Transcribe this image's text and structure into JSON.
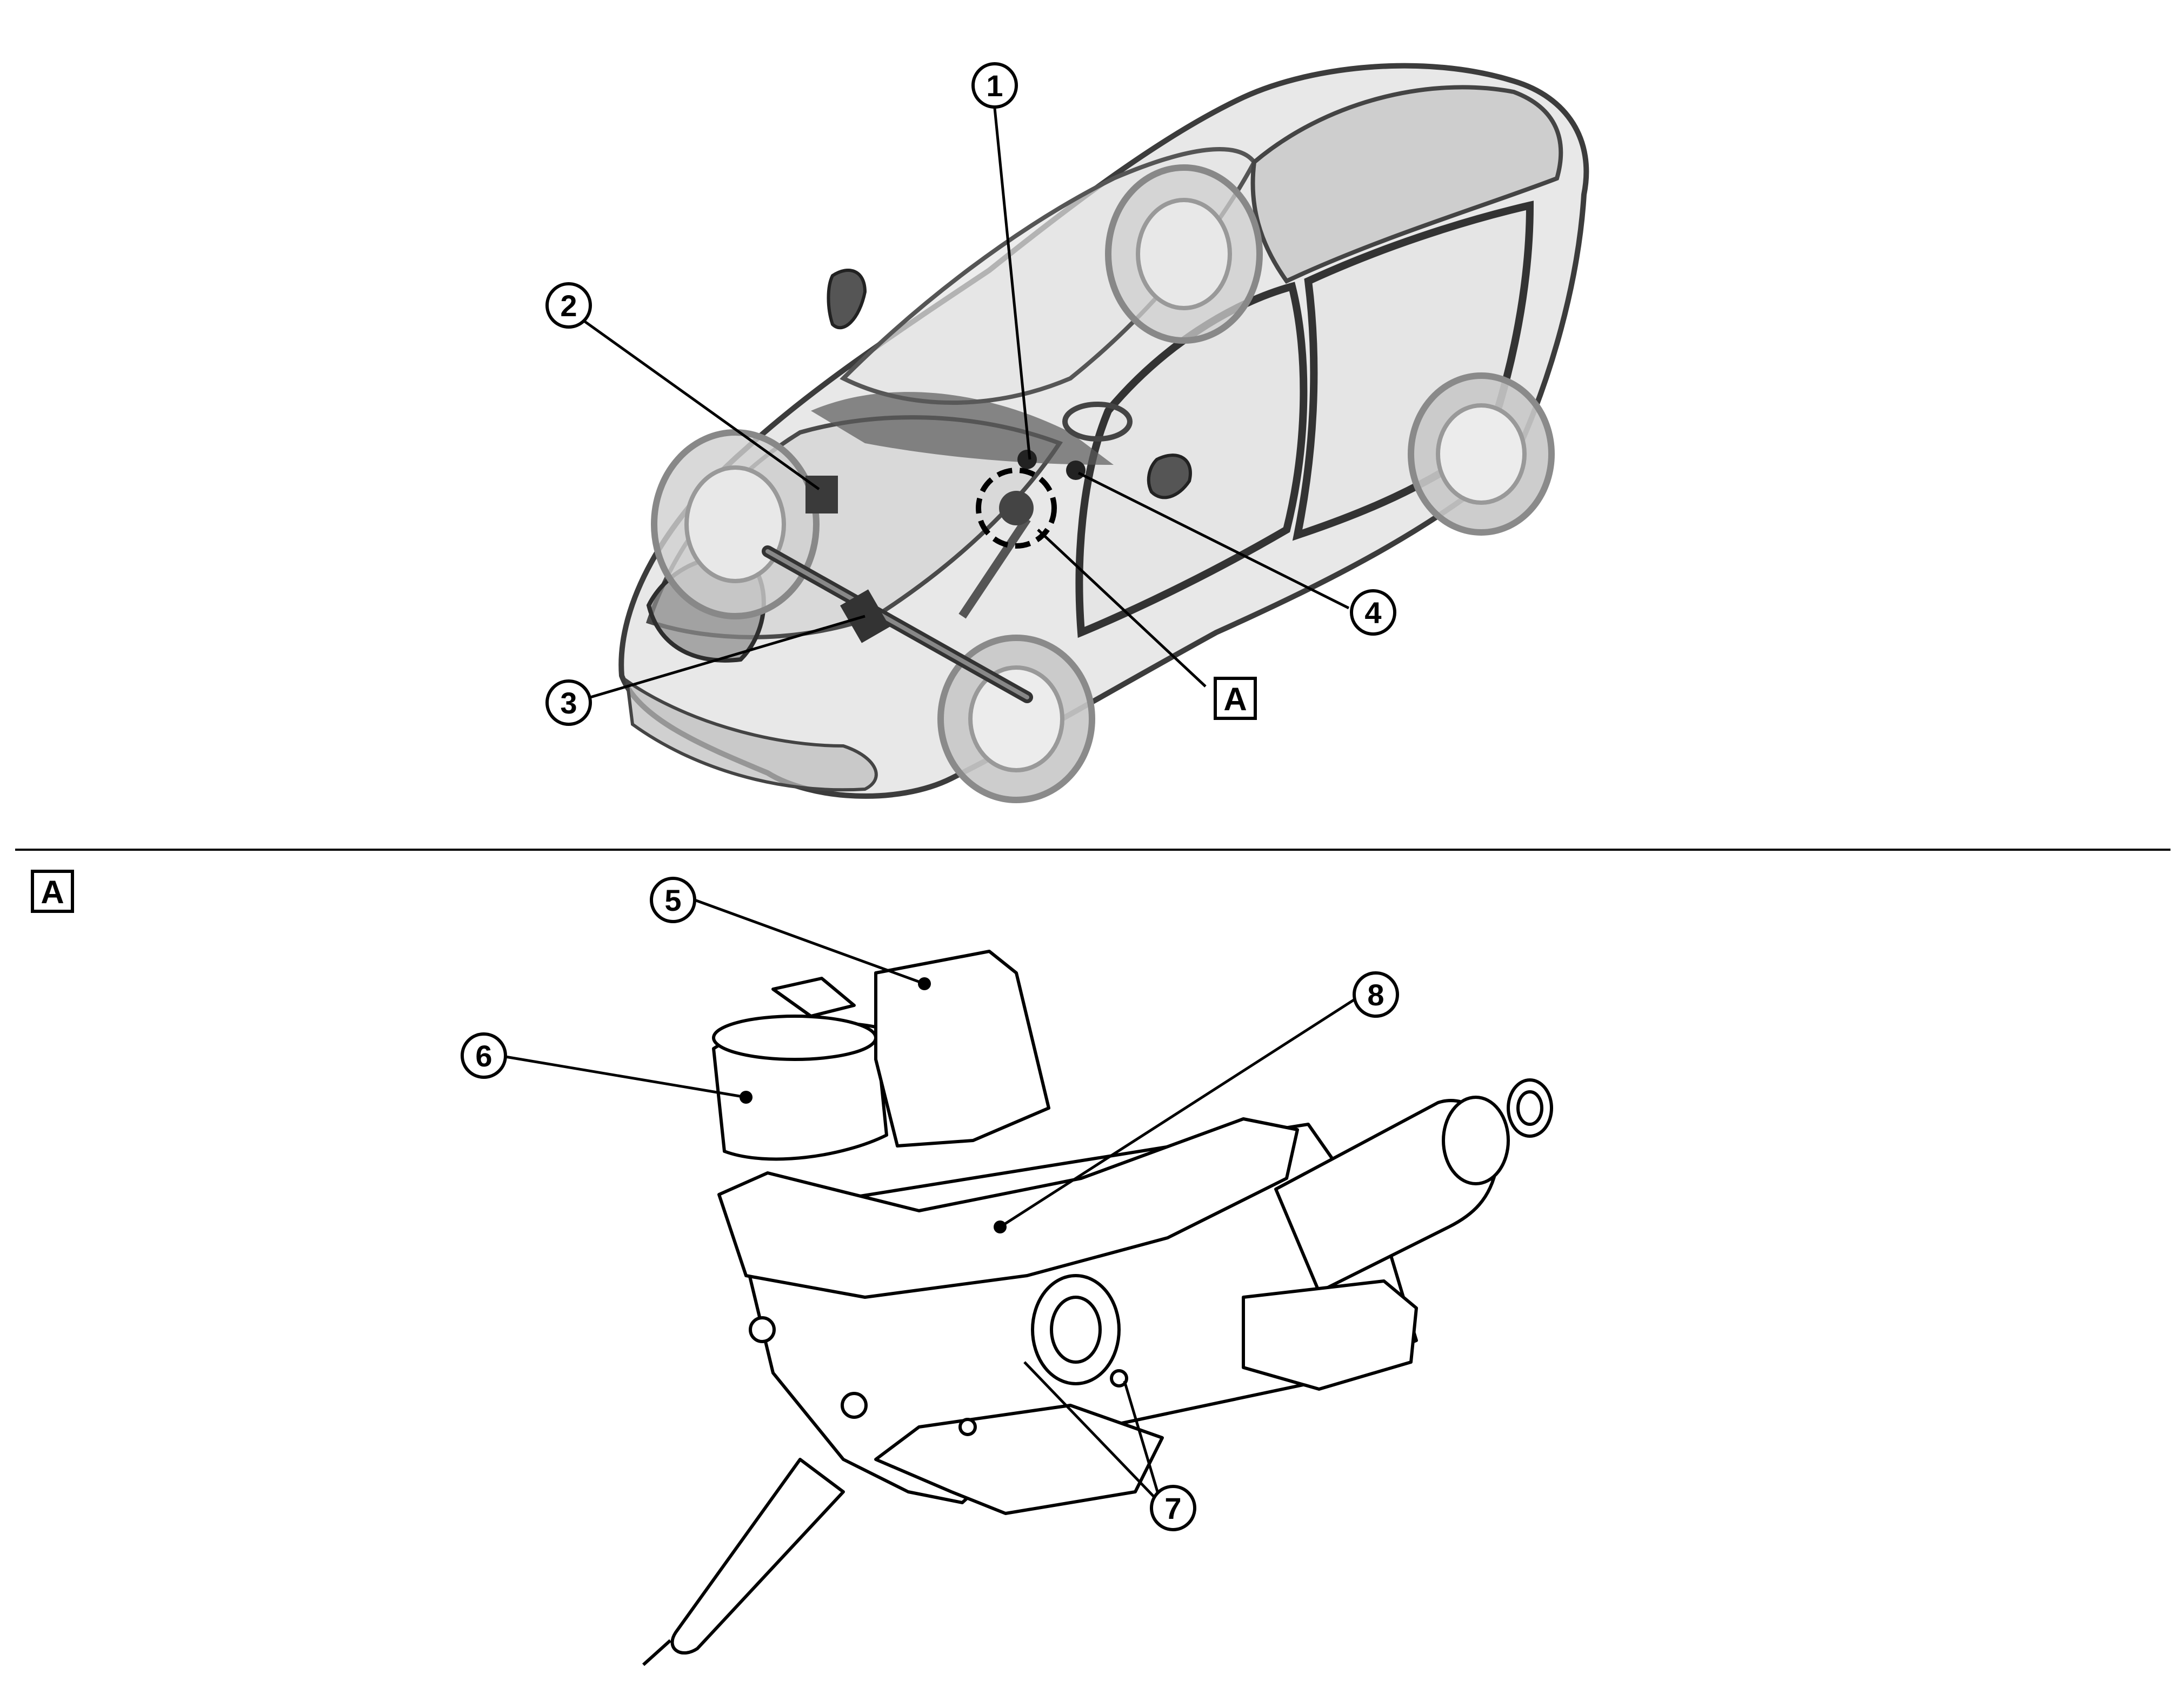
{
  "callouts": [
    {
      "id": "c1",
      "label": "1"
    },
    {
      "id": "c2",
      "label": "2"
    },
    {
      "id": "c3",
      "label": "3"
    },
    {
      "id": "c4",
      "label": "4"
    },
    {
      "id": "c5",
      "label": "5"
    },
    {
      "id": "c6",
      "label": "6"
    },
    {
      "id": "c7",
      "label": "7"
    },
    {
      "id": "c8",
      "label": "8"
    }
  ],
  "detail_box_label": "A",
  "colors": {
    "ink": "#000000",
    "body_light": "#d6d6d6",
    "body_mid": "#9a9a9a",
    "body_dark": "#3c3c3c",
    "tire": "#c8c8c8",
    "background": "#ffffff"
  }
}
